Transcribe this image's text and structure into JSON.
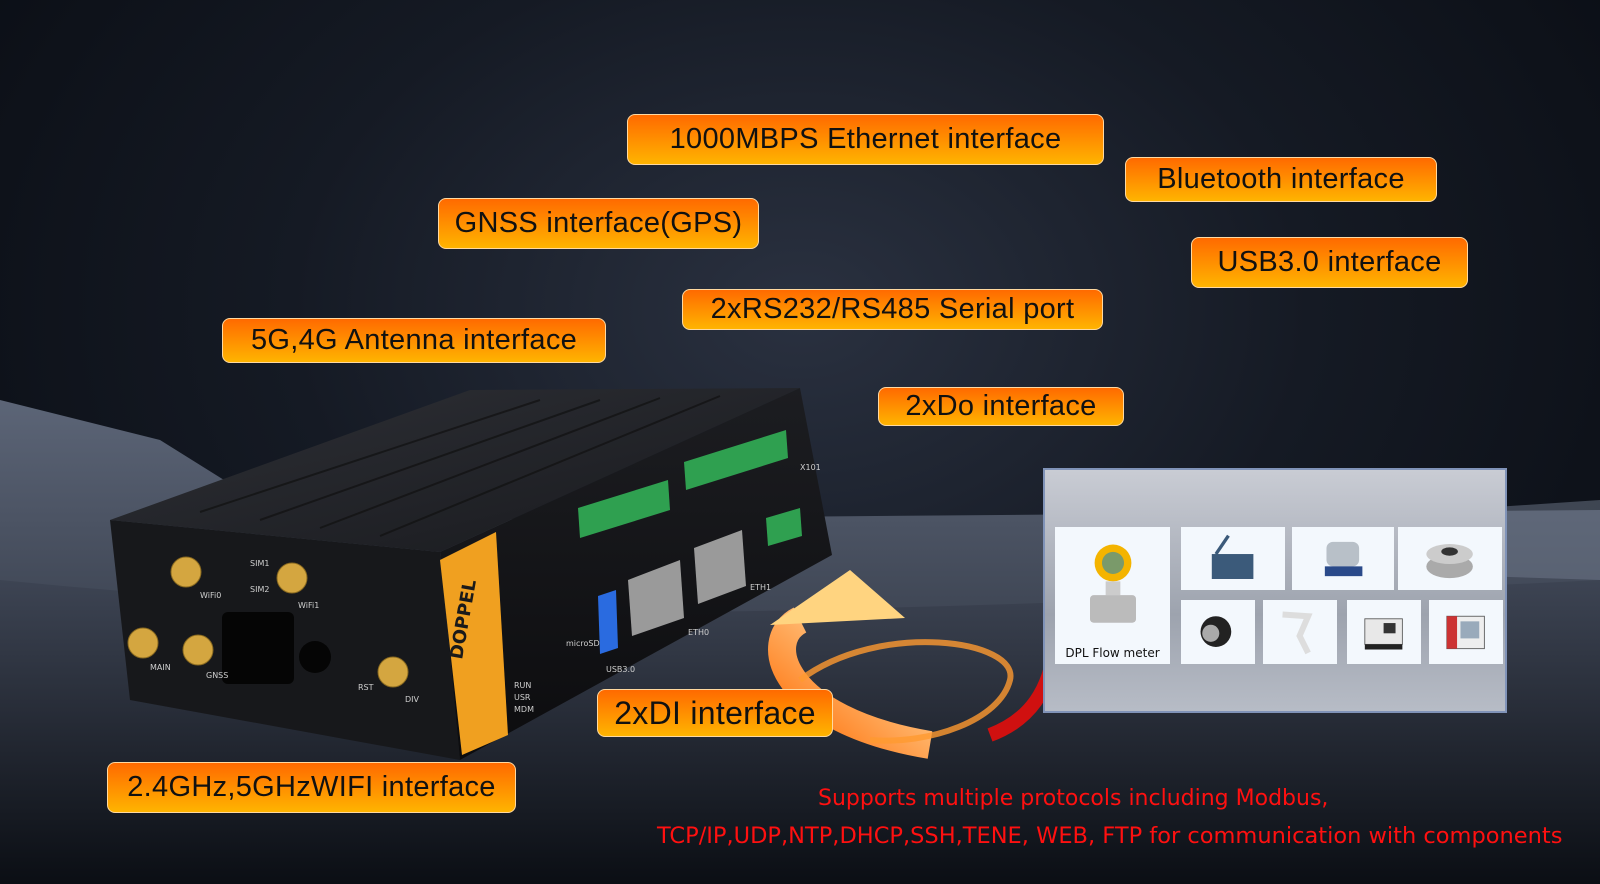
{
  "labels": {
    "ethernet": "1000MBPS Ethernet interface",
    "bluetooth": "Bluetooth interface",
    "gnss": "GNSS interface(GPS)",
    "usb": "USB3.0 interface",
    "serial": "2xRS232/RS485 Serial port",
    "antenna": "5G,4G Antenna interface",
    "do": "2xDo interface",
    "di": "2xDI interface",
    "wifi": "2.4GHz,5GHzWIFI interface"
  },
  "device": {
    "brand": "DOPPEL",
    "port_labels": [
      "WiFi0",
      "SIM1",
      "SIM2",
      "WiFi1",
      "MAIN",
      "GNSS",
      "RST",
      "DIV",
      "RUN",
      "USR",
      "MDM",
      "microSD",
      "USB3.0",
      "ETH0",
      "ETH1",
      "X101"
    ]
  },
  "panel": {
    "flow_meter_label": "DPL Flow meter"
  },
  "protocols": {
    "line1": "Supports multiple protocols including Modbus,",
    "line2": "TCP/IP,UDP,NTP,DHCP,SSH,TENE, WEB, FTP for communication with components"
  },
  "colors": {
    "tag_top": "#ff6a00",
    "tag_bottom": "#ffb400",
    "protocol_text": "#ff1010"
  }
}
